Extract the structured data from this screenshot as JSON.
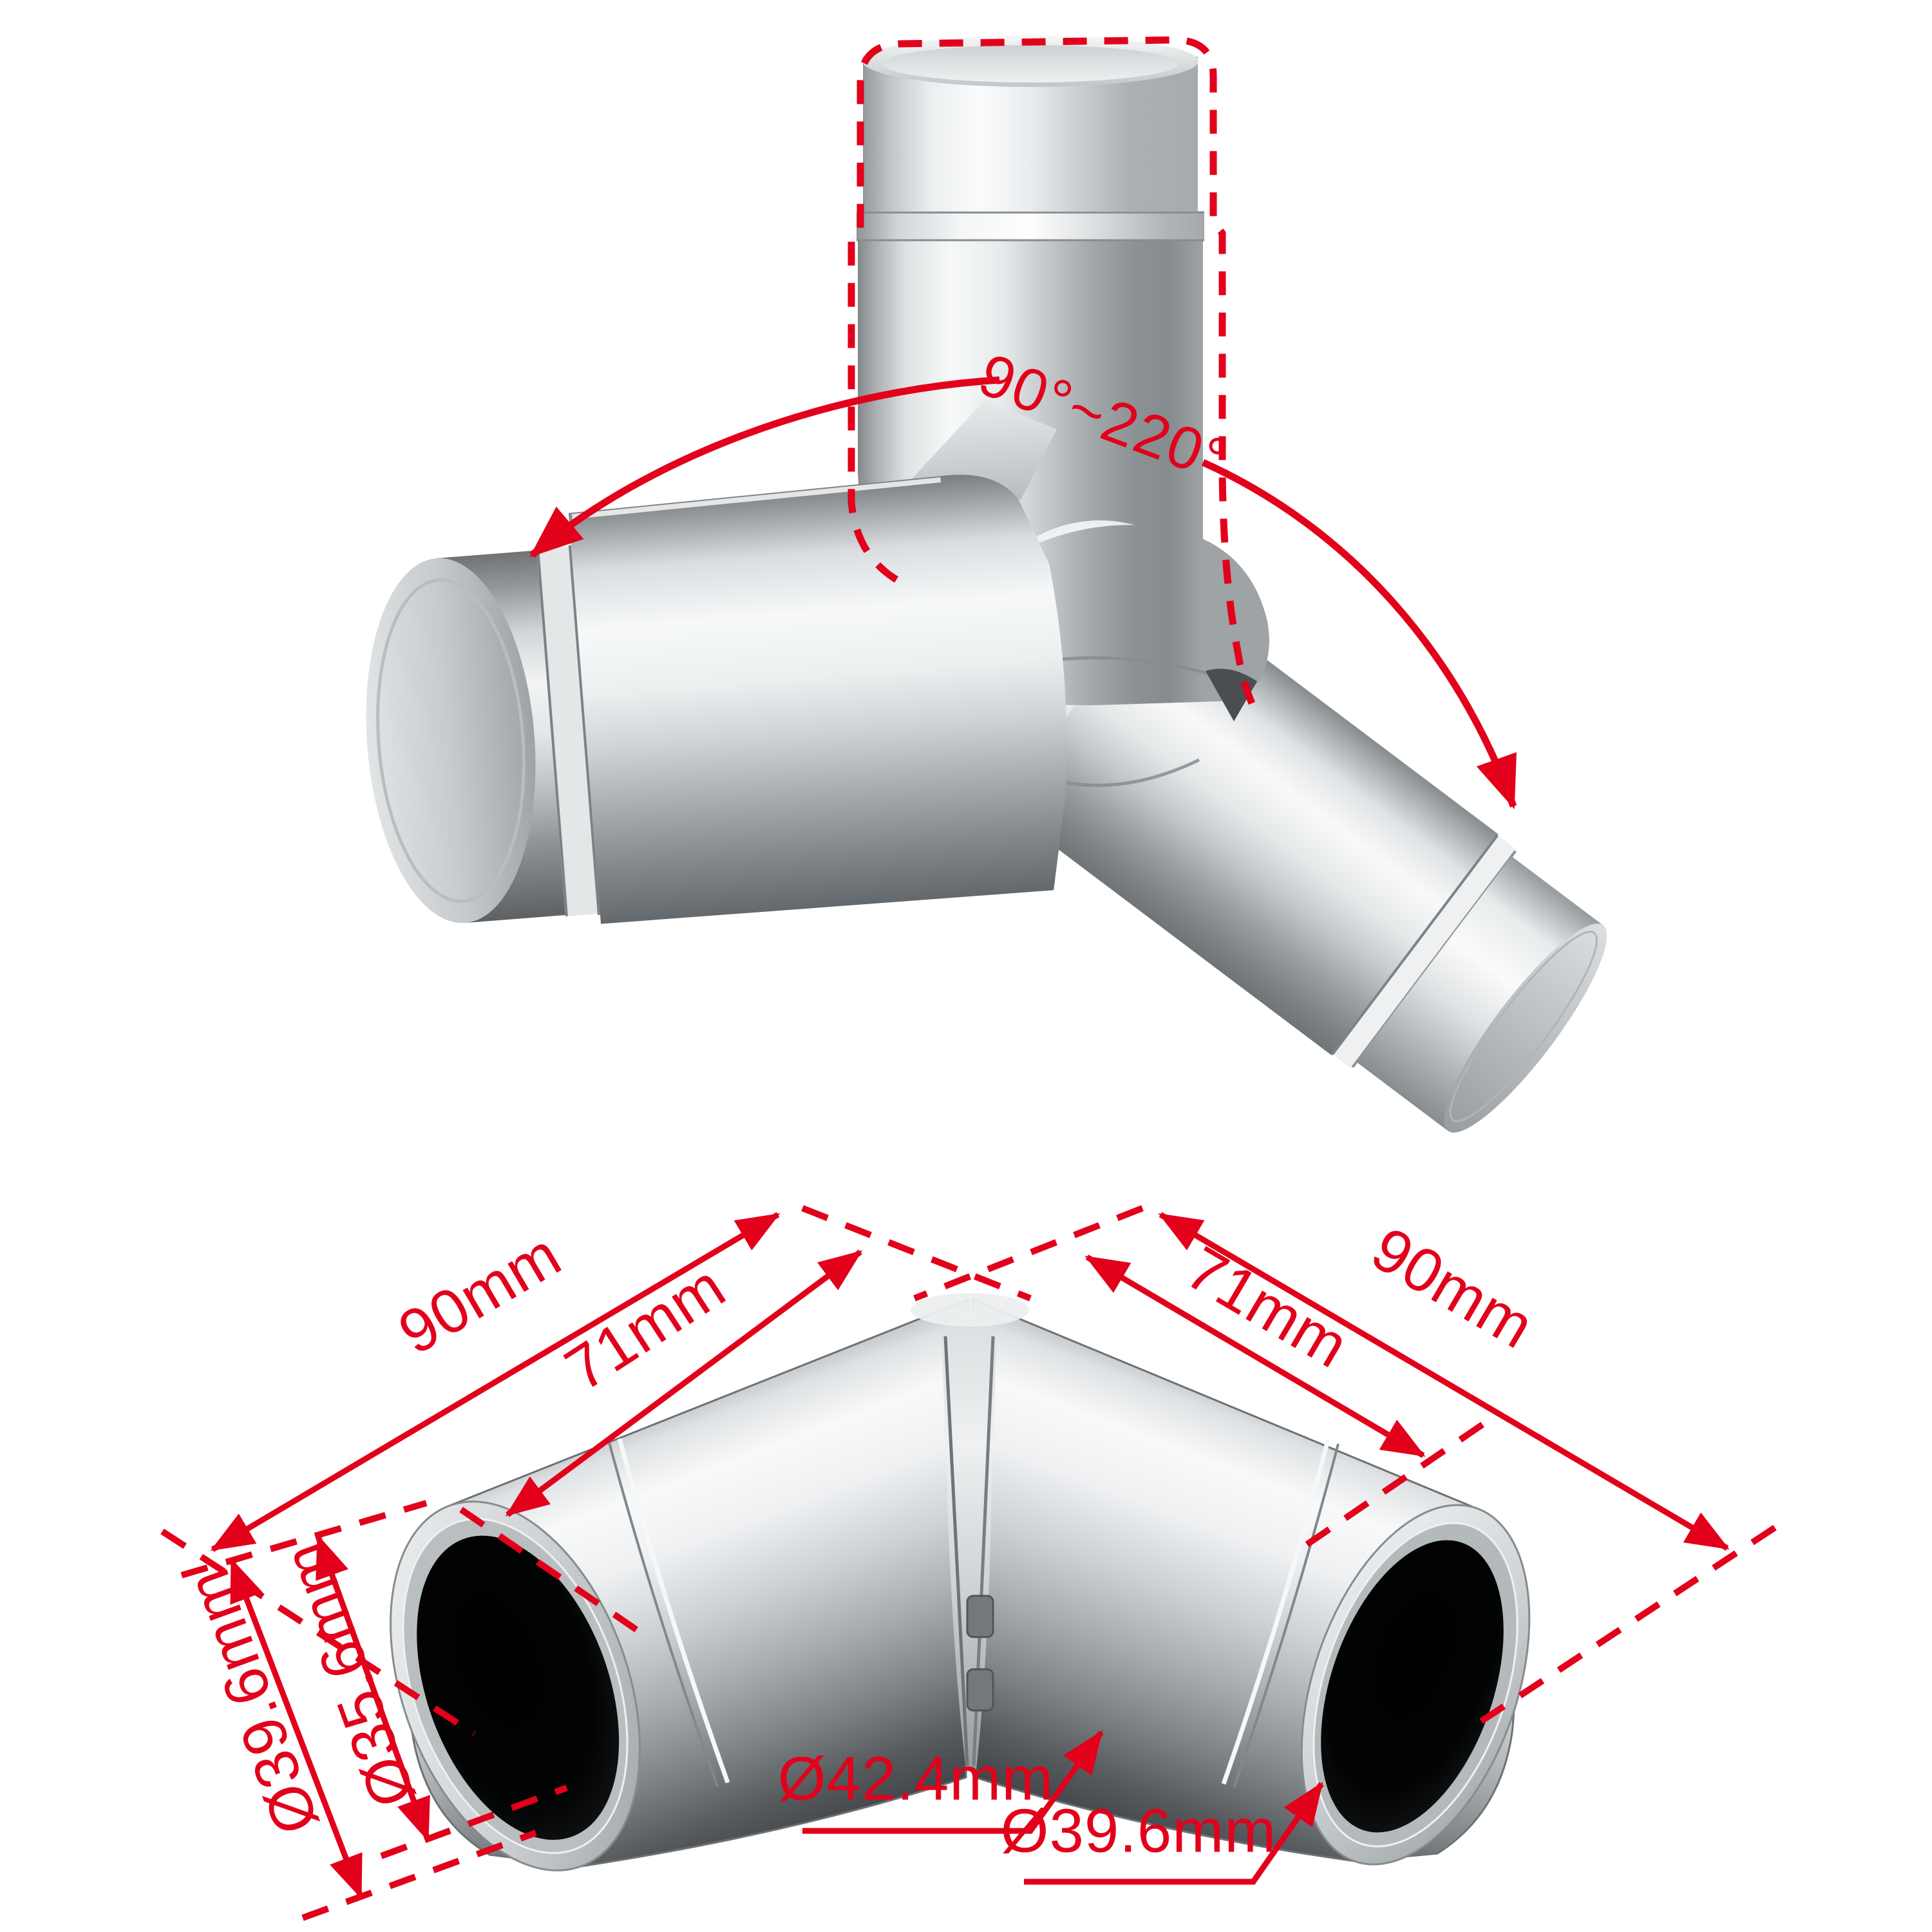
{
  "image": {
    "background": "#ffffff",
    "annotation_color": "#e2001b",
    "subject": "Adjustable stainless steel tube elbow connector shown in two views with dimension callouts"
  },
  "top_view": {
    "angle_range_label": "90°~220°"
  },
  "bottom_view": {
    "length_labels": {
      "left_outer": "90mm",
      "left_inner": "71mm",
      "right_inner": "71mm",
      "right_outer": "90mm"
    },
    "diameter_labels": {
      "left_outer": "Ø39.6mm",
      "left_inner": "Ø35.6mm",
      "joint": "Ø42.4mm",
      "right_outer": "Ø39.6mm"
    }
  }
}
